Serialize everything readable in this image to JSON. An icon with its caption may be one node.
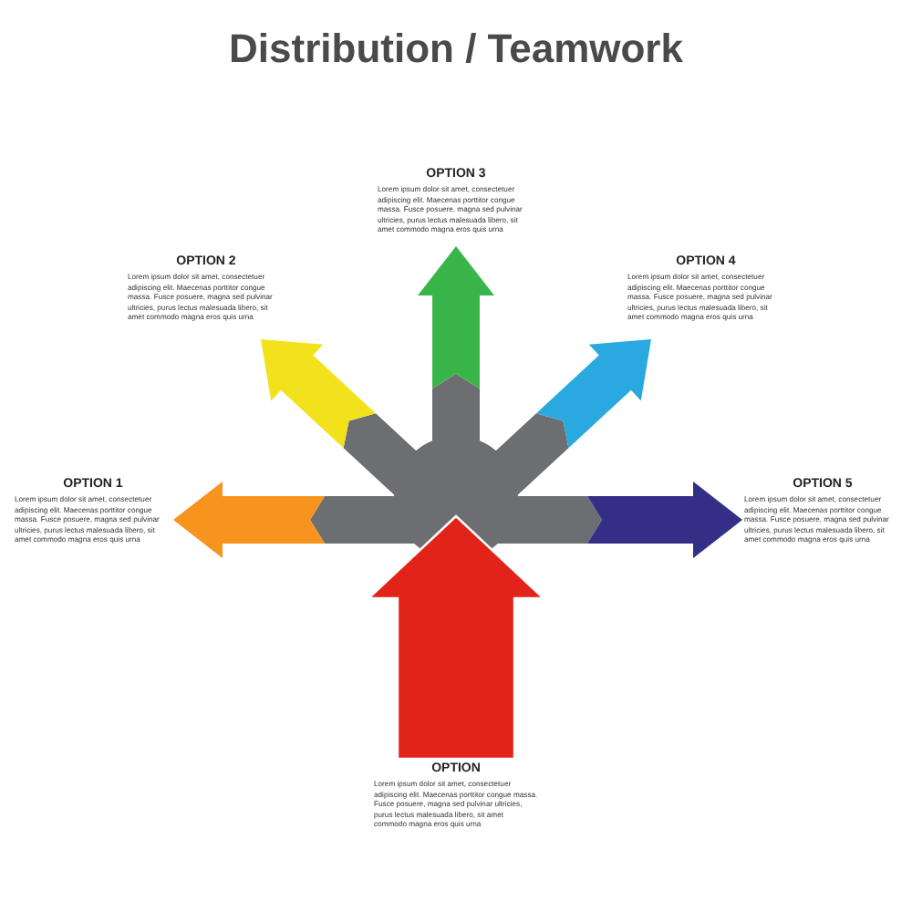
{
  "diagram": {
    "title": "Distribution / Teamwork",
    "nodes": [
      {
        "text": [
          "OPTION 3",
          "Lorem ipsum dolor sit amet, consectetuer adipiscing elit. Maecenas porttitor congue massa. Fusce posuere, magna sed pulvinar ultricies, purus lectus malesuada libero, sit amet commodo magna eros quis urna"
        ]
      },
      {
        "text": [
          "OPTION 2",
          "Lorem ipsum dolor sit amet, consectetuer adipiscing elit. Maecenas porttitor congue massa. Fusce posuere, magna sed pulvinar ultricies, purus lectus malesuada libero, sit amet commodo magna eros quis urna"
        ]
      },
      {
        "text": [
          "OPTION 4",
          "Lorem ipsum dolor sit amet, consectetuer adipiscing elit. Maecenas porttitor congue massa. Fusce posuere, magna sed pulvinar ultricies, purus lectus malesuada libero, sit amet commodo magna eros quis urna"
        ]
      },
      {
        "text": [
          "OPTION 1",
          "Lorem ipsum dolor sit amet, consectetuer adipiscing elit. Maecenas porttitor congue massa. Fusce posuere, magna sed pulvinar ultricies, purus lectus malesuada libero, sit amet commodo magna eros quis urna"
        ]
      },
      {
        "text": [
          "OPTION 5",
          "Lorem ipsum dolor sit amet, consectetuer adipiscing elit. Maecenas porttitor congue massa. Fusce posuere, magna sed pulvinar ultricies, purus lectus malesuada libero, sit amet commodo magna eros quis urna"
        ]
      },
      {
        "text": [
          "OPTION",
          "Lorem ipsum dolor sit amet, consectetuer adipiscing elit. Maecenas porttitor congue massa. Fusce posuere, magna sed pulvinar ultricies, purus lectus malesuada libero, sit amet commodo magna eros quis urna"
        ]
      }
    ],
    "edges": [
      {
        "from": 5,
        "to": 3,
        "arrow": "to",
        "color": "#f7941d"
      },
      {
        "from": 5,
        "to": 1,
        "arrow": "to",
        "color": "#f2e21b"
      },
      {
        "from": 5,
        "to": 0,
        "arrow": "to",
        "color": "#39b54a"
      },
      {
        "from": 5,
        "to": 2,
        "arrow": "to",
        "color": "#29a9e0"
      },
      {
        "from": 5,
        "to": 4,
        "arrow": "to",
        "color": "#332f86"
      }
    ]
  }
}
